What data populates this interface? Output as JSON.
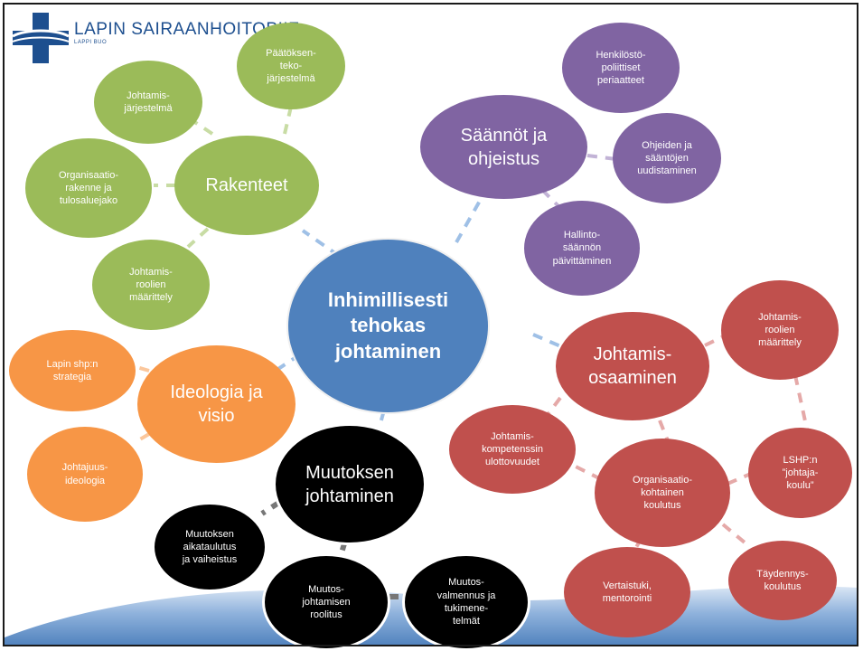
{
  "header": {
    "org_name": "LAPIN SAIRAANHOITOPIIF",
    "org_sub": "LAPPI BUO",
    "logo": "cross-logo"
  },
  "colors": {
    "center": "#4f81bd",
    "green": "#9bbb59",
    "purple": "#8064a2",
    "red": "#c0504d",
    "orange": "#f79646",
    "black": "#000000",
    "wave": "#4f81bd"
  },
  "center": "Inhimillisesti\ntehokas\njohtaminen",
  "rakenteet": {
    "hub": "Rakenteet",
    "leaf_jarjestelma": "Johtamis-\njärjestelmä",
    "leaf_paatoksenteko": "Päätöksen-\nteko-\njärjestelmä",
    "leaf_organisaatio": "Organisaatio-\nrakenne ja\ntulosaluejako",
    "leaf_roolit": "Johtamis-\nroolien\nmäärittely"
  },
  "saannot": {
    "hub": "Säännöt ja\nohjeistus",
    "leaf_henkilosto": "Henkilöstö-\npoliittiset\nperiaatteet",
    "leaf_ohjeet": "Ohjeiden ja\nsääntöjen\nuudistaminen",
    "leaf_hallinto": "Hallinto-\nsäännön\npäivittäminen"
  },
  "osaaminen": {
    "hub": "Johtamis-\nosaaminen",
    "leaf_roolit": "Johtamis-\nroolien\nmäärittely",
    "leaf_kompetenssi": "Johtamis-\nkompetenssin\nulottovuudet",
    "leaf_koulutus": "Organisaatio-\nkohtainen\nkoulutus",
    "leaf_lshp": "LSHP:n\n”johtaja-\nkoulu”",
    "leaf_taydennys": "Täydennys-\nkoulutus",
    "leaf_vertaistuki": "Vertaistuki,\nmentorointi"
  },
  "ideologia": {
    "hub": "Ideologia ja\nvisio",
    "leaf_strategia": "Lapin shp:n\nstrategia",
    "leaf_johtajuus": "Johtajuus-\nideologia"
  },
  "muutos": {
    "hub": "Muutoksen\njohtaminen",
    "leaf_aikataulu": "Muutoksen\naikataulutus\nja vaiheistus",
    "leaf_roolitus": "Muutos-\njohtamisen\nroolitus",
    "leaf_valmennus": "Muutos-\nvalmennus ja\ntukimene-\ntelmät"
  }
}
